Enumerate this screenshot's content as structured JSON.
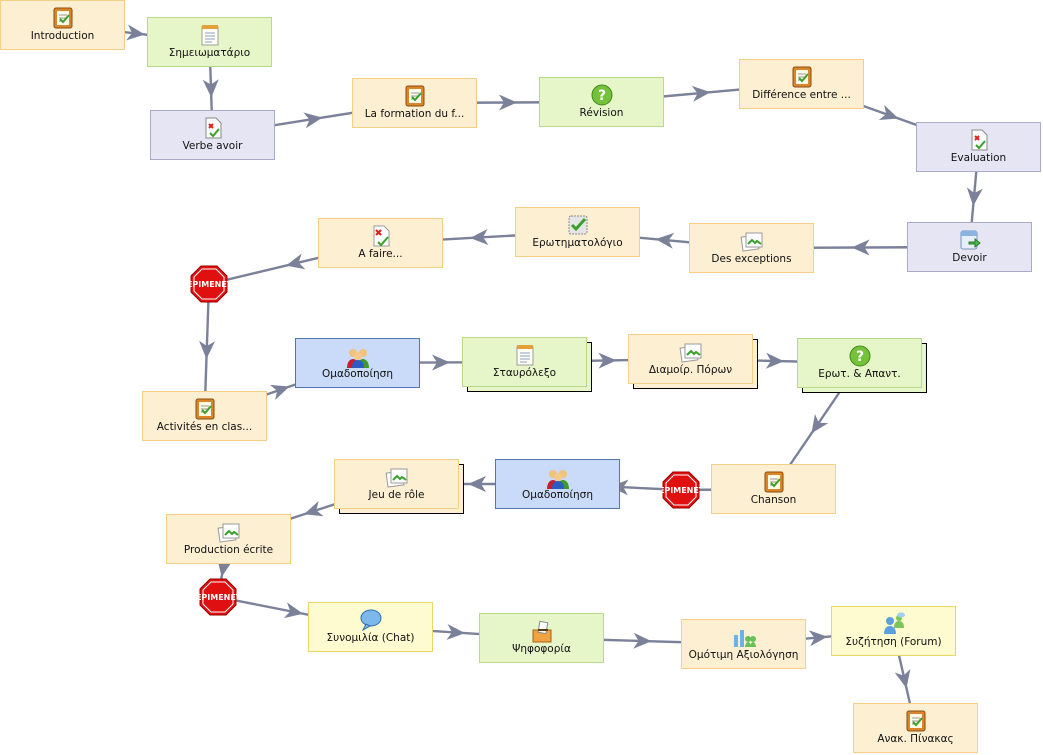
{
  "diagram": {
    "activities": [
      {
        "id": "introduction",
        "label": "Introduction",
        "type": "orange",
        "icon": "notebook-icon",
        "stack": false
      },
      {
        "id": "semeiomatario",
        "label": "Σημειωματάριο",
        "type": "green",
        "icon": "notepad-icon",
        "stack": false
      },
      {
        "id": "verbe-avoir",
        "label": "Verbe avoir",
        "type": "purple",
        "icon": "assessment-icon",
        "stack": false
      },
      {
        "id": "la-formation",
        "label": "La formation du f...",
        "type": "orange",
        "icon": "notebook-icon",
        "stack": false
      },
      {
        "id": "revision",
        "label": "Révision",
        "type": "green",
        "icon": "question-icon",
        "stack": false
      },
      {
        "id": "difference",
        "label": "Différence entre ...",
        "type": "orange",
        "icon": "notebook-icon",
        "stack": false
      },
      {
        "id": "evaluation",
        "label": "Evaluation",
        "type": "purple",
        "icon": "assessment-icon",
        "stack": false
      },
      {
        "id": "devoir",
        "label": "Devoir",
        "type": "purple",
        "icon": "submit-icon",
        "stack": false
      },
      {
        "id": "des-exceptions",
        "label": "Des exceptions",
        "type": "orange",
        "icon": "image-icon",
        "stack": false
      },
      {
        "id": "erotimatologio",
        "label": "Ερωτηματολόγιο",
        "type": "orange",
        "icon": "checkbox-icon",
        "stack": false
      },
      {
        "id": "a-faire",
        "label": "A faire...",
        "type": "orange",
        "icon": "task-icon",
        "stack": false
      },
      {
        "id": "activites-en-classe",
        "label": "Activités en clas...",
        "type": "orange",
        "icon": "notebook-icon",
        "stack": false
      },
      {
        "id": "omadopoiisi-1",
        "label": "Ομαδοποίηση",
        "type": "blue",
        "icon": "group-icon",
        "stack": false
      },
      {
        "id": "stavrolexo",
        "label": "Σταυρόλεξο",
        "type": "green",
        "icon": "notepad-icon",
        "stack": true
      },
      {
        "id": "diamoir-poron",
        "label": "Διαμοίρ. Πόρων",
        "type": "orange",
        "icon": "image-icon",
        "stack": true
      },
      {
        "id": "erot-apant",
        "label": "Ερωτ. & Απαντ.",
        "type": "green",
        "icon": "question-icon",
        "stack": true
      },
      {
        "id": "chanson",
        "label": "Chanson",
        "type": "orange",
        "icon": "notebook-icon",
        "stack": false
      },
      {
        "id": "omadopoiisi-2",
        "label": "Ομαδοποίηση",
        "type": "blue",
        "icon": "group-icon",
        "stack": false
      },
      {
        "id": "jeu-de-role",
        "label": "Jeu de rôle",
        "type": "orange",
        "icon": "image-icon",
        "stack": true
      },
      {
        "id": "production-ecrite",
        "label": "Production écrite",
        "type": "orange",
        "icon": "image-icon",
        "stack": false
      },
      {
        "id": "synomilia",
        "label": "Συνομιλία (Chat)",
        "type": "yellow",
        "icon": "chat-icon",
        "stack": false
      },
      {
        "id": "psifoforia",
        "label": "Ψηφοφορία",
        "type": "green",
        "icon": "vote-icon",
        "stack": false
      },
      {
        "id": "omotimi",
        "label": "Ομότιμη Αξιολόγηση",
        "type": "orange",
        "icon": "peer-review-icon",
        "stack": false
      },
      {
        "id": "syzitisi",
        "label": "Συζήτηση (Forum)",
        "type": "yellow",
        "icon": "forum-icon",
        "stack": false
      },
      {
        "id": "anak-pinakas",
        "label": "Ανακ. Πίνακας",
        "type": "orange",
        "icon": "notebook-icon",
        "stack": false
      }
    ],
    "stop_gates": [
      {
        "id": "gate-1",
        "label": "ΣΤΑΜΑΤΗΣΤΕ ΕΔΩ ΠΕΡΙΜΕΝΕΤΕ"
      },
      {
        "id": "gate-2",
        "label": "ΣΤΑΜΑΤΗΣΤΕ ΕΔΩ ΠΕΡΙΜΕΝΕΤΕ"
      },
      {
        "id": "gate-3",
        "label": "ΣΤΑΜΑΤΗΣΤΕ ΕΔΩ ΠΕΡΙΜΕΝΕΤΕ"
      }
    ],
    "transitions": [
      [
        "introduction",
        "semeiomatario"
      ],
      [
        "semeiomatario",
        "verbe-avoir"
      ],
      [
        "verbe-avoir",
        "la-formation"
      ],
      [
        "la-formation",
        "revision"
      ],
      [
        "revision",
        "difference"
      ],
      [
        "difference",
        "evaluation"
      ],
      [
        "evaluation",
        "devoir"
      ],
      [
        "devoir",
        "des-exceptions"
      ],
      [
        "des-exceptions",
        "erotimatologio"
      ],
      [
        "erotimatologio",
        "a-faire"
      ],
      [
        "a-faire",
        "gate-1"
      ],
      [
        "gate-1",
        "activites-en-classe"
      ],
      [
        "activites-en-classe",
        "omadopoiisi-1"
      ],
      [
        "omadopoiisi-1",
        "stavrolexo"
      ],
      [
        "stavrolexo",
        "diamoir-poron"
      ],
      [
        "diamoir-poron",
        "erot-apant"
      ],
      [
        "erot-apant",
        "chanson"
      ],
      [
        "chanson",
        "gate-2"
      ],
      [
        "gate-2",
        "omadopoiisi-2"
      ],
      [
        "omadopoiisi-2",
        "jeu-de-role"
      ],
      [
        "jeu-de-role",
        "production-ecrite"
      ],
      [
        "production-ecrite",
        "gate-3"
      ],
      [
        "gate-3",
        "synomilia"
      ],
      [
        "synomilia",
        "psifoforia"
      ],
      [
        "psifoforia",
        "omotimi"
      ],
      [
        "omotimi",
        "syzitisi"
      ],
      [
        "syzitisi",
        "anak-pinakas"
      ]
    ],
    "colors": {
      "orange": "#fdefd2",
      "green": "#e7f6c9",
      "purple": "#e5e5f4",
      "blue": "#c9dbf8",
      "yellow": "#fefbd0",
      "connector": "#7a8199",
      "stop": "#e01010"
    }
  }
}
